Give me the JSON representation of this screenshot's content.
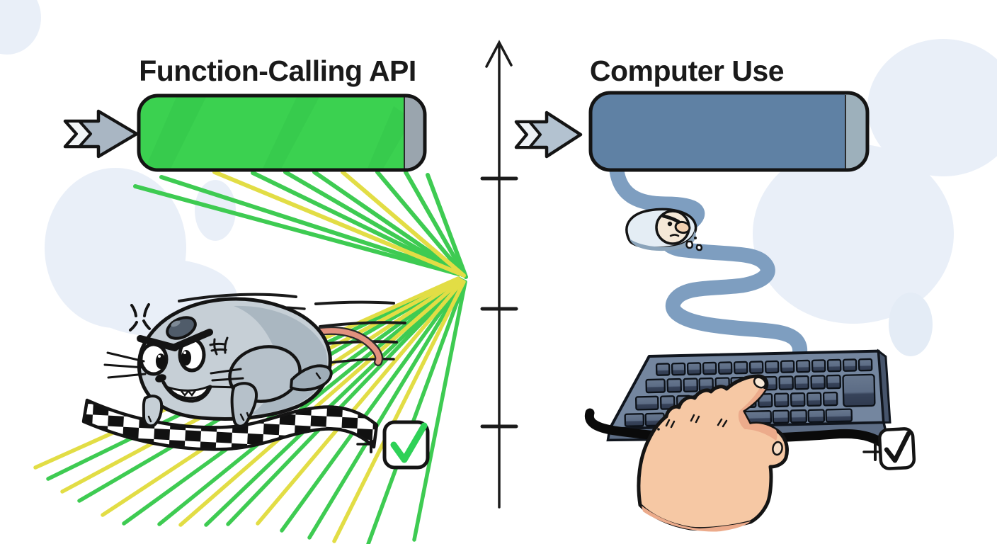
{
  "canvas": {
    "background": "#ffffff",
    "blob_color": "#e9eff8"
  },
  "left": {
    "title": "Function-Calling API",
    "title_color": "#1a1a1a",
    "bar": {
      "fill": "#3bd150",
      "cap_fill": "#9aa5ae",
      "outline": "#141414"
    },
    "arrow_fill": "#a9b6c3",
    "speed_lines": {
      "green": "#3ecb52",
      "yellow": "#e2dd45"
    },
    "checkbox": {
      "checked": true,
      "check_color": "#2ed157",
      "box_color": "#141414"
    }
  },
  "right": {
    "title": "Computer Use",
    "title_color": "#1a1a1a",
    "bar": {
      "fill": "#5f81a4",
      "cap_fill": "#9db0bb",
      "outline": "#141414"
    },
    "arrow_fill": "#b3c2d0",
    "cable_color": "#7e9ec0",
    "checkbox": {
      "checked": true,
      "check_color": "#141414",
      "box_color": "#141414"
    }
  },
  "axis": {
    "color": "#1b1b1b",
    "tick_count": 3
  }
}
